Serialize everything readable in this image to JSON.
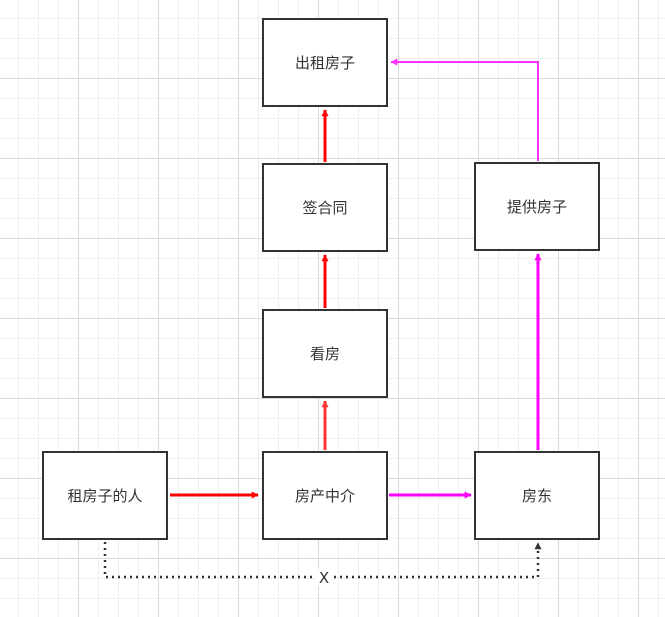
{
  "nodes": {
    "rent_out_house": "出租房子",
    "sign_contract": "签合同",
    "view_house": "看房",
    "tenant": "租房子的人",
    "agency": "房产中介",
    "landlord": "房东",
    "provide_house": "提供房子"
  },
  "edge_labels": {
    "tenant_to_landlord": "X"
  },
  "colors": {
    "red_flow": "#ff0000",
    "light_red_flow": "#ff3333",
    "magenta_flow": "#ff00ff",
    "light_magenta_flow": "#ff33ff",
    "dotted_edge": "#333333",
    "node_border": "#333333"
  }
}
